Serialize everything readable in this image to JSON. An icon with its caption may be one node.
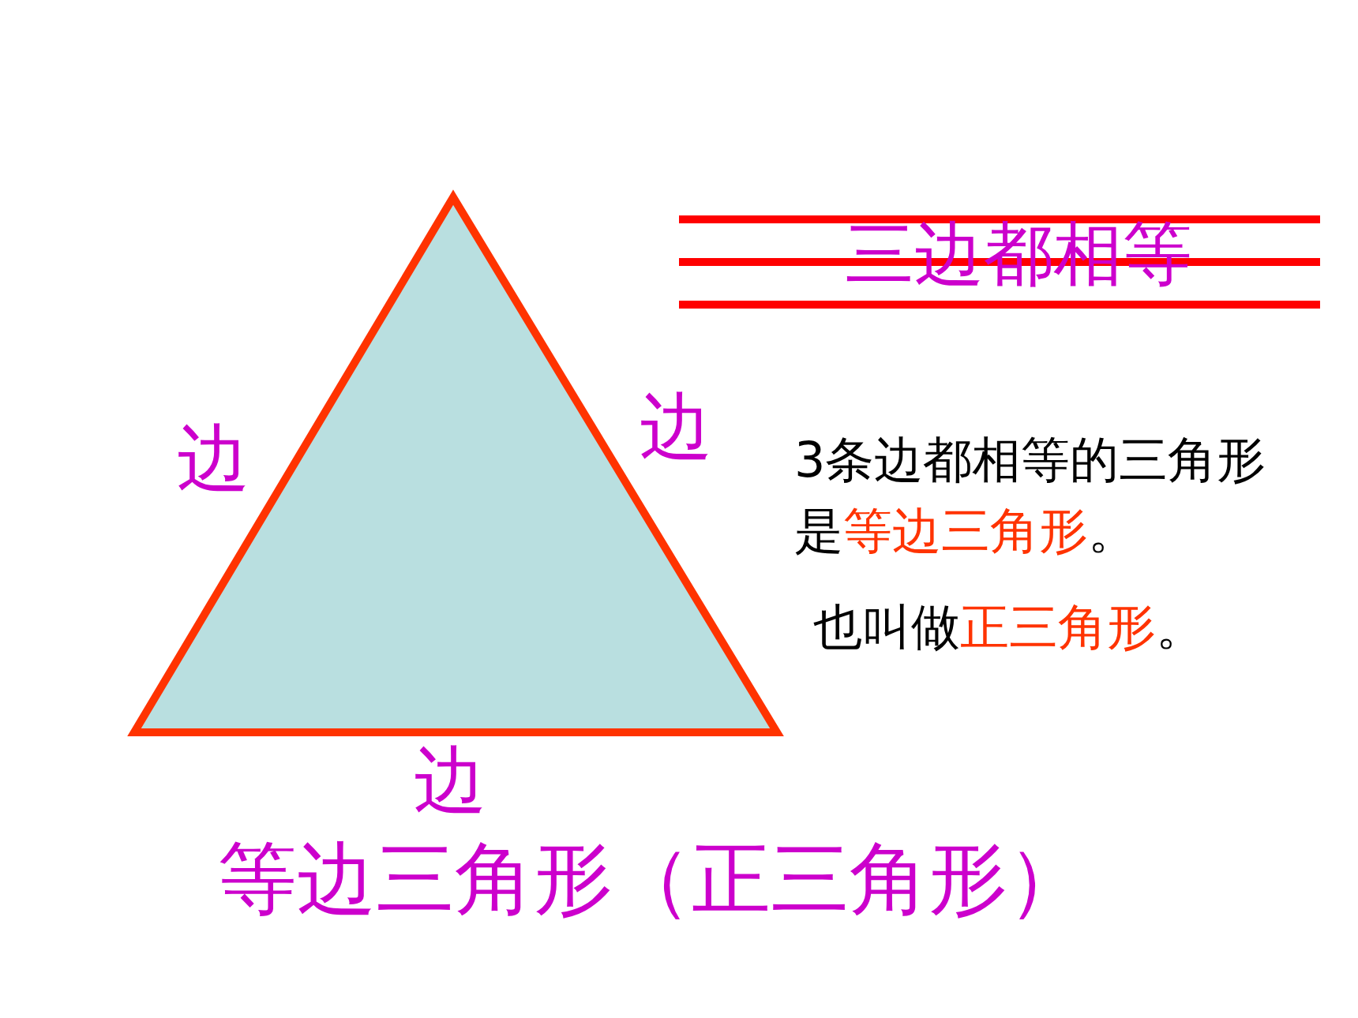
{
  "diagram": {
    "caption": "等边三角形（正三角形）",
    "labels": [
      "三边都相等",
      "边",
      "边",
      "3条边都相等的三角形是**等边三角形**。",
      "也叫做**正三角形**。",
      "边"
    ]
  }
}
